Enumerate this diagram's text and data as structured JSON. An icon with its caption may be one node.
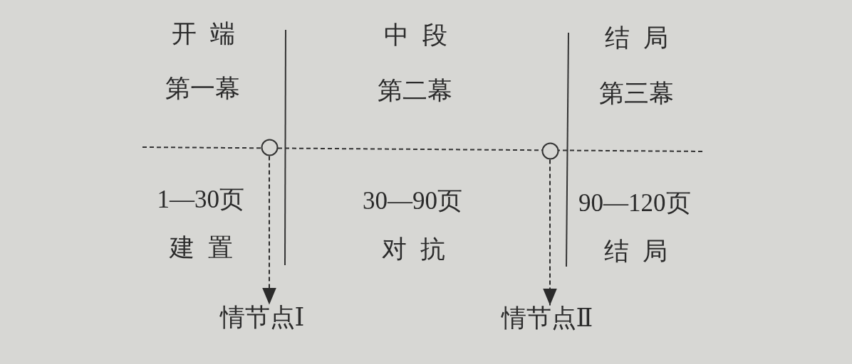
{
  "diagram": {
    "nodes": [
      {
        "text": [],
        "shape": "circle"
      },
      {
        "text": [],
        "shape": "circle"
      },
      {
        "text": [
          "情节点Ⅰ"
        ]
      },
      {
        "text": [
          "情节点Ⅱ"
        ]
      }
    ],
    "edges": [
      {
        "from": 0,
        "to": 2,
        "arrow": "to",
        "style": "dashed"
      },
      {
        "from": 1,
        "to": 3,
        "arrow": "to",
        "style": "dashed"
      }
    ],
    "labels": [
      "开 端",
      "中 段",
      "结 局",
      "第一幕",
      "第二幕",
      "第三幕",
      "1—30页",
      "30—90页",
      "90—120页",
      "建 置",
      "对 抗",
      "结 局"
    ]
  }
}
